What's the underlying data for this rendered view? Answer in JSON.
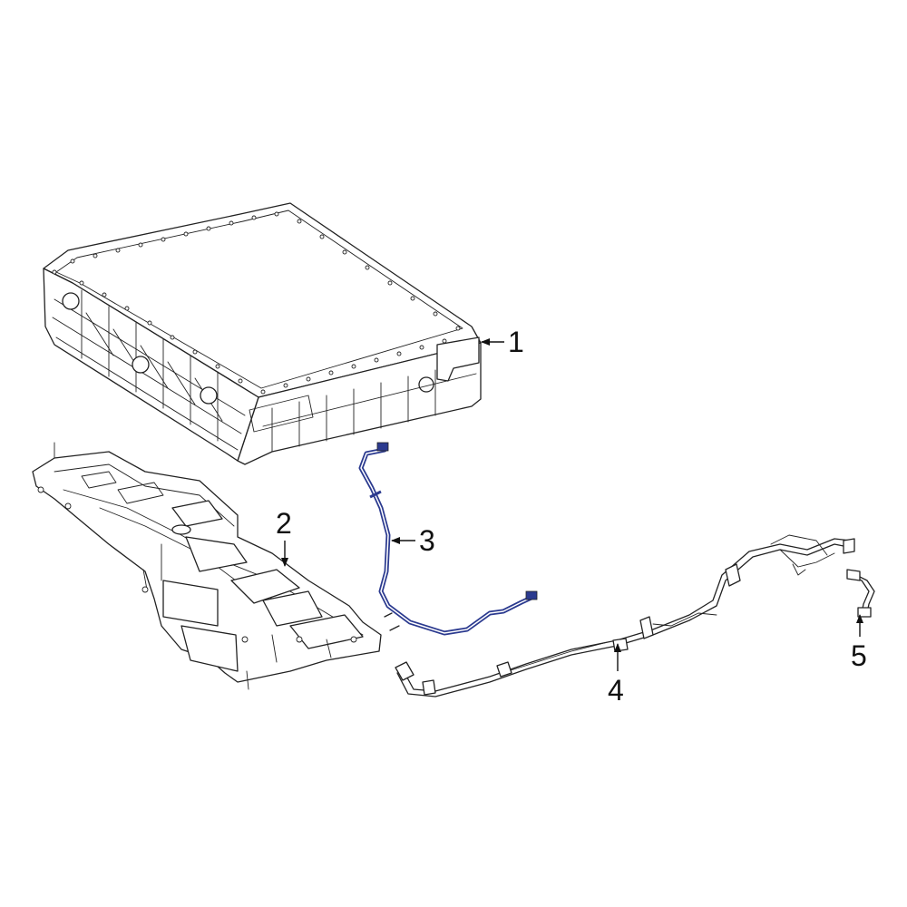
{
  "diagram": {
    "callouts": [
      {
        "number": "1",
        "part": "high-voltage-battery"
      },
      {
        "number": "2",
        "part": "battery-control-module"
      },
      {
        "number": "3",
        "part": "battery-cable"
      },
      {
        "number": "4",
        "part": "wiring-harness"
      },
      {
        "number": "5",
        "part": "connector-pigtail"
      }
    ],
    "colors": {
      "line": "#222222",
      "highlight": "#2b3a8f",
      "background": "#ffffff"
    }
  }
}
